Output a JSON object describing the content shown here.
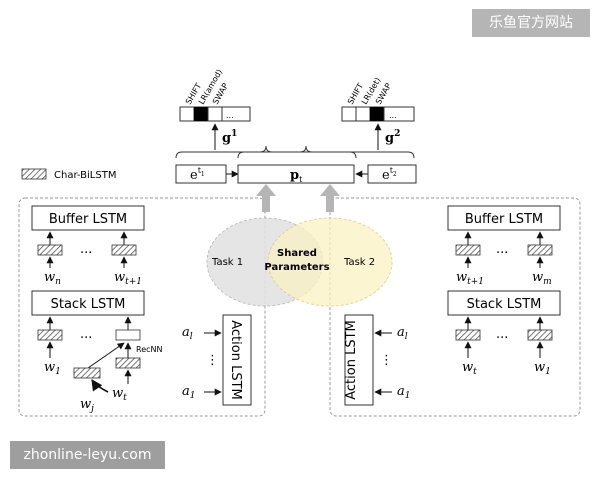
{
  "watermarks": {
    "top": "乐鱼官方网站",
    "bottom": "zhonline-leyu.com"
  },
  "legend": {
    "label": "Char-BiLSTM"
  },
  "actions": {
    "left": [
      "SHIFT",
      "LR(amod)",
      "SWAP"
    ],
    "right": [
      "SHIFT",
      "LR(det)",
      "SWAP"
    ],
    "ellipsis": "..."
  },
  "outputs": {
    "g_left": "g",
    "g_left_sup": "1",
    "g_right": "g",
    "g_right_sup": "2"
  },
  "shared_row": {
    "e_left": "e",
    "e_left_sup": "t",
    "e_left_sub": "1",
    "p": "p",
    "p_sub": "t",
    "e_right": "e",
    "e_right_sup": "t",
    "e_right_sub": "2"
  },
  "tasks": {
    "task1": "Task 1",
    "task2": "Task 2",
    "shared_line1": "Shared",
    "shared_line2": "Parameters"
  },
  "left_panel": {
    "buffer_lstm": "Buffer LSTM",
    "stack_lstm": "Stack LSTM",
    "action_lstm": "Action LSTM",
    "recnn": "RecNN",
    "dots": "...",
    "vdots": "⋮",
    "w_n": "w",
    "w_n_sub": "n",
    "w_t1": "w",
    "w_t1_sub": "t+1",
    "w_1": "w",
    "w_1_sub": "1",
    "w_t": "w",
    "w_t_sub": "t",
    "w_j": "w",
    "w_j_sub": "j",
    "a_l": "a",
    "a_l_sub": "l",
    "a_1": "a",
    "a_1_sub": "1"
  },
  "right_panel": {
    "buffer_lstm": "Buffer LSTM",
    "stack_lstm": "Stack LSTM",
    "action_lstm": "Action LSTM",
    "dots": "...",
    "vdots": "⋮",
    "w_t1": "w",
    "w_t1_sub": "t+1",
    "w_m": "w",
    "w_m_sub": "m",
    "w_t": "w",
    "w_t_sub": "t",
    "w_1": "w",
    "w_1_sub": "1",
    "a_l": "a",
    "a_l_sub": "l",
    "a_1": "a",
    "a_1_sub": "1"
  },
  "colors": {
    "hatch": "#888888",
    "black_cell": "#000000",
    "task1_fill": "#e3e3e3",
    "task2_fill": "#fbf2c4",
    "arrow_gray": "#b5b5b5",
    "dash_border": "#999999"
  }
}
